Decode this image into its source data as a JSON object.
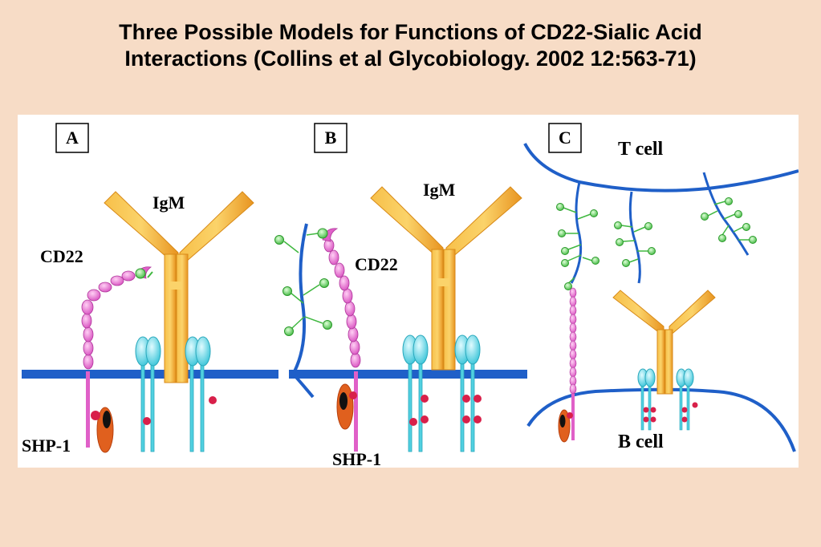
{
  "title": {
    "line1": "Three Possible Models for Functions of CD22-Sialic Acid",
    "line2": "Interactions (Collins et al  Glycobiology. 2002 12:563-71)"
  },
  "colors": {
    "background": "#f7dcc6",
    "panel": "#ffffff",
    "membrane": "#1f5fc8",
    "igm": "#f0a530",
    "cd22": "#e060c8",
    "sialic_acid": "#50c050",
    "signaling_chain": "#50d0e0",
    "phospho": "#d8204a",
    "shp1": "#e0601e"
  },
  "figure": {
    "panel_a": {
      "letter": "A",
      "igm_label": "IgM",
      "cd22_label": "CD22",
      "shp1_label": "SHP-1"
    },
    "panel_b": {
      "letter": "B",
      "igm_label": "IgM",
      "cd22_label": "CD22",
      "shp1_label": "SHP-1"
    },
    "panel_c": {
      "letter": "C",
      "t_cell_label": "T cell",
      "b_cell_label": "B cell"
    }
  }
}
